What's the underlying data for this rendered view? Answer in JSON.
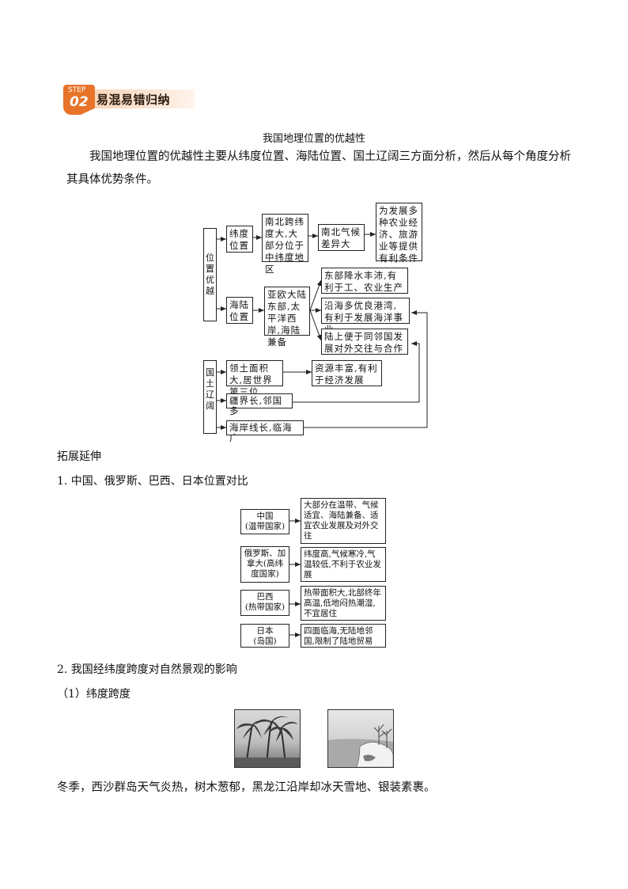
{
  "header": {
    "step_label": "STEP",
    "step_number": "02",
    "title": "易混易错归纳"
  },
  "section_title": "我国地理位置的优越性",
  "intro": "我国地理位置的优越性主要从纬度位置、海陆位置、国土辽阔三方面分析，然后从每个角度分析其具体优势条件。",
  "diagram1": {
    "root": "位置优越",
    "lat": "纬度位置",
    "lat_desc": "南北跨纬度大,大部分位于中纬度地区",
    "lat_effect": "南北气候差异大",
    "lat_result": "为发展多种农业经济、旅游业等提供有利条件",
    "sea": "海陆位置",
    "sea_desc": "亚欧大陆东部,太平洋西岸,海陆兼备",
    "sea_r1": "东部降水丰沛,有利于工、农业生产",
    "sea_r2": "沿海多优良港湾,有利于发展海洋事业",
    "sea_r3": "陆上便于同邻国发展对外交往与合作",
    "land": "国土辽阔",
    "land_a": "领土面积大,居世界第三位",
    "land_a_result": "资源丰富,有利于经济发展",
    "land_b": "疆界长,邻国多",
    "land_c": "海岸线长,临海广"
  },
  "extension_title": "拓展延伸",
  "item1_title": "1. 中国、俄罗斯、巴西、日本位置对比",
  "diagram2": [
    {
      "country": "中国\n(温带国家)",
      "desc": "大部分在温带、气候适宜、海陆兼备、适宜农业发展及对外交往"
    },
    {
      "country": "俄罗斯、加拿大(高纬度国家)",
      "desc": "纬度高,气候寒冷,气温较低,不利于农业发展"
    },
    {
      "country": "巴西\n(热带国家)",
      "desc": "热带面积大,北部终年高温,低地闷热潮湿,不宜居住"
    },
    {
      "country": "日本\n(岛国)",
      "desc": "四面临海,无陆地邻国,限制了陆地贸易"
    }
  ],
  "item2_title": "2. 我国经纬度跨度对自然景观的影响",
  "item2_sub": "（1）纬度跨度",
  "conclusion": "冬季，西沙群岛天气炎热，树木葱郁，黑龙江沿岸却冰天雪地、银装素裹。",
  "colors": {
    "badge_orange": "#e8742a",
    "badge_bar": "#f7d2b4"
  }
}
